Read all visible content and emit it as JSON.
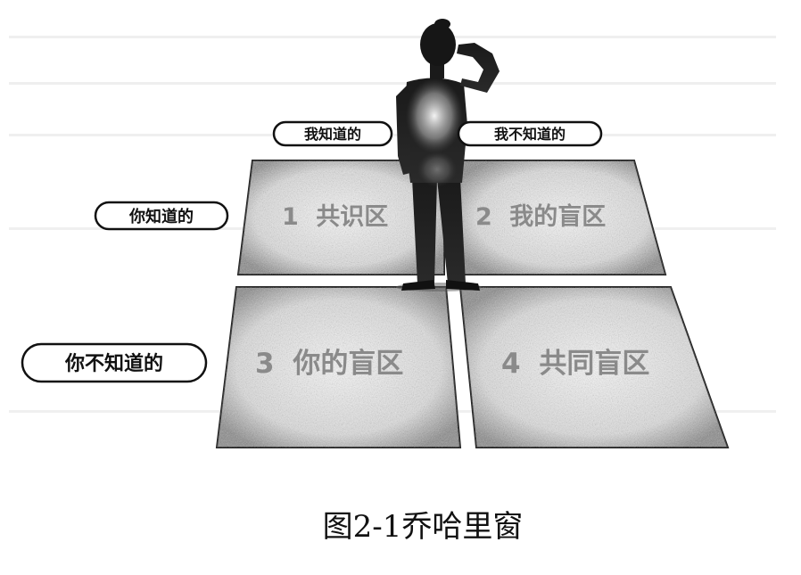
{
  "figure": {
    "caption": "图2-1乔哈里窗"
  },
  "labels": {
    "top_left": "我知道的",
    "top_right": "我不知道的",
    "left_top": "你知道的",
    "left_bottom": "你不知道的"
  },
  "quadrants": [
    {
      "number": "1",
      "name": "共识区"
    },
    {
      "number": "2",
      "name": "我的盲区"
    },
    {
      "number": "3",
      "name": "你的盲区"
    },
    {
      "number": "4",
      "name": "共同盲区"
    }
  ]
}
